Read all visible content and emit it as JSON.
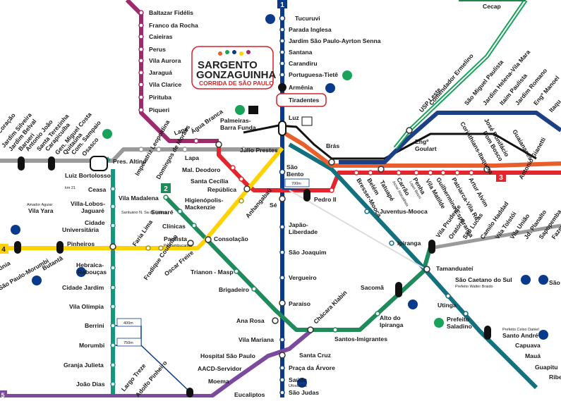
{
  "map": {
    "logo": {
      "line1": "SARGENTO",
      "line2": "GONZAGUINHA",
      "line3": "CORRIDA DE SÃO PAULO"
    },
    "line_badges": {
      "l1": "1",
      "l2": "2",
      "l3": "3",
      "l4": "4",
      "l5": "5"
    },
    "walk_labels": {
      "sao_bento": "700m",
      "berrini": "400m",
      "morumbi": "750m"
    },
    "line_colors": {
      "blue": "#0a3a8c",
      "green": "#1f8a5a",
      "red": "#e3262e",
      "yellow": "#ffd200",
      "purple": "#8e2a7c",
      "lilac": "#7b4a9e",
      "turquoise": "#14977e",
      "orange": "#e95f2b",
      "darkgreen": "#1d8649",
      "magenta": "#9e2a6c",
      "teal": "#12707f",
      "darkblue": "#1d3f86",
      "emerald": "#18a25a",
      "grey": "#9a9a9a",
      "black": "#111111"
    },
    "stations": {
      "baltazar": "Baltazar Fidélis",
      "franco": "Franco da Rocha",
      "caieiras": "Caieiras",
      "perus": "Perus",
      "vila_aurora": "Vila Aurora",
      "jaragua": "Jaraguá",
      "vila_clarice": "Vila Clarice",
      "pirituba": "Pirituba",
      "piqueri": "Piqueri",
      "lapa1": "Lapa",
      "agua_branca": "Água Branca",
      "palmeiras": "Palmeiras-",
      "barra_funda": "Barra Funda",
      "tucuruvi": "Tucuruvi",
      "parada_inglesa": "Parada Inglesa",
      "jardim_sp": "Jardim São Paulo-Ayrton Senna",
      "santana": "Santana",
      "carandiru": "Carandiru",
      "portuguesa": "Portuguesa-Tietê",
      "armenia": "Armênia",
      "tiradentes": "Tiradentes",
      "luz": "Luz",
      "bras": "Brás",
      "cecap": "Cecap",
      "coracao": "Coração",
      "jardim_silveira": "Jardim Silveira",
      "jardim_belval": "Jardim Belval",
      "barueri": "Barueri",
      "antonio_joao": "Antonio João",
      "santa_terezinha": "Santa Terezinha",
      "carapicuiba": "Carapicuíba",
      "gen_miguel": "Gen. Miguel Costa",
      "quitauna": "Quitaúna",
      "com_sampaio": "Com. Sampaio",
      "osasco": "Osasco",
      "pres_altino": "Pres. Altino",
      "imperatriz": "Imperatriz Leopoldina",
      "domingos": "Domingos de Moraes",
      "lapa2": "Lapa",
      "julio_prestes": "Júlio Prestes",
      "luiz_bortolosso": "Luiz Bortolosso",
      "km21": "km 21",
      "ceasa": "Ceasa",
      "villa_lobos": "Villa-Lobos-",
      "jaguare": "Jaguaré",
      "cidade_univ1": "Cidade",
      "cidade_univ2": "Universitária",
      "pinheiros": "Pinheiros",
      "hebraica1": "Hebraica-",
      "hebraica2": "Rebouças",
      "cidade_jardim": "Cidade Jardim",
      "vila_olimpia": "Vila Olímpia",
      "berrini": "Berrini",
      "morumbi": "Morumbi",
      "granja_julieta": "Granja Julieta",
      "joao_dias": "João Dias",
      "amador": "Amador Aguiar",
      "vila_yara": "Vila Yara",
      "sao_paulo_morumbi": "São Paulo-Morumbi",
      "butanta": "Butantã",
      "conia": "ônia",
      "faria_lima": "Faria Lima",
      "fradique": "Fradique Coutinho",
      "oscar_freire": "Oscar Freire",
      "paulista": "Paulista",
      "pernambucanas": "Pernambucanas",
      "consolacao": "Consolação",
      "trianon": "Trianon - Masp",
      "brigadeiro": "Brigadeiro",
      "ana_rosa": "Ana Rosa",
      "paraiso": "Paraíso",
      "vila_madalena": "Vila Madalena",
      "sumare": "Sumaré",
      "santuario": "Santuário N. Sa de Fátima",
      "clinicas": "Clínicas",
      "mal_deodoro": "Mal. Deodoro",
      "santa_cecilia": "Santa Cecília",
      "republica": "República",
      "higienopolis1": "Higienópolis-",
      "higienopolis2": "Mackenzie",
      "anhangabau": "Anhangabaú",
      "se": "Sé",
      "sao_bento1": "São",
      "sao_bento2": "Bento",
      "pedro_ii": "Pedro II",
      "japao1": "Japão-",
      "japao2": "Liberdade",
      "sao_joaquim": "São Joaquim",
      "vergueiro": "Vergueiro",
      "vila_mariana": "Vila Mariana",
      "santa_cruz": "Santa Cruz",
      "praca_arvore": "Praça da Árvore",
      "saude": "Saúde",
      "ultrafarma": "Ultrafarma",
      "sao_judas": "São Judas",
      "hospital_sp": "Hospital São Paulo",
      "aacd": "AACD-Servidor",
      "moema": "Moema",
      "eucaliptos": "Eucaliptos",
      "largo_treze": "Largo Treze",
      "adolfo_pinheiro": "Adolfo Pinheiro",
      "chacara_klabin": "Chácara Klabin",
      "santos_imigrantes": "Santos-Imigrantes",
      "alto_ipiranga1": "Alto do",
      "alto_ipiranga2": "Ipiranga",
      "sacoma": "Sacomã",
      "juventus_mooca": "Juventus-Mooca",
      "ipiranga": "Ipiranga",
      "tamanduatei": "Tamanduateí",
      "sao_caetano": "São Caetano do Sul",
      "prefeito_walter": "Prefeito Walter Braido",
      "utinga": "Utinga",
      "prefeito_saladino1": "Prefeito",
      "prefeito_saladino2": "Saladino",
      "prefeito_celso": "Prefeito Celso Daniel",
      "santo_andre": "Santo André",
      "capuava": "Capuava",
      "maua": "Mauá",
      "guapitu": "Guapitu",
      "ribe": "Ribe",
      "sao_right": "São",
      "bresser": "Bresser-Mooca",
      "belem": "Belém",
      "tatuape": "Tatuapé",
      "carrao1": "Carrão",
      "carrao2": "Assaí Atacadista",
      "penha1": "Penha",
      "penha2": "Lojas Besni",
      "vila_matilde": "Vila Matilde",
      "guilhermina": "Guilhermina-Esperança",
      "patriarca": "Patriarca-Vila Ré",
      "artur_alvim": "Artur Alvim",
      "corinthians": "Corinthians-Itaquera",
      "jose_bonifacio": "José Bonifácio",
      "dom_bosco": "Dom Bosco",
      "guaianases": "Guaianases",
      "antonio_gianetti": "Antonio Gianetti",
      "eng_goulart1": "Engº",
      "eng_goulart2": "Goulart",
      "usp_leste": "USP Leste",
      "comendador": "Comendador Ermelino",
      "sao_miguel": "São Miguel Paulista",
      "jardim_helena": "Jardim Helena-Vila Mara",
      "itaim": "Itaim Paulista",
      "jardim_romano": "Jardim Romano",
      "eng_manoel": "Engº Manoel",
      "itaqua": "Itaqu",
      "vila_prudente": "Vila Prudente",
      "oratorio": "Oratório",
      "sao_lucas": "São Lucas",
      "camilo_haddad": "Camilo Haddad",
      "vila_tolstoi": "Vila Tolstói",
      "vila_uniao": "Vila União",
      "jd_planalto": "Jd. Planalto",
      "sapopemba": "Sapopemba",
      "fazenda": "Fazen"
    }
  }
}
